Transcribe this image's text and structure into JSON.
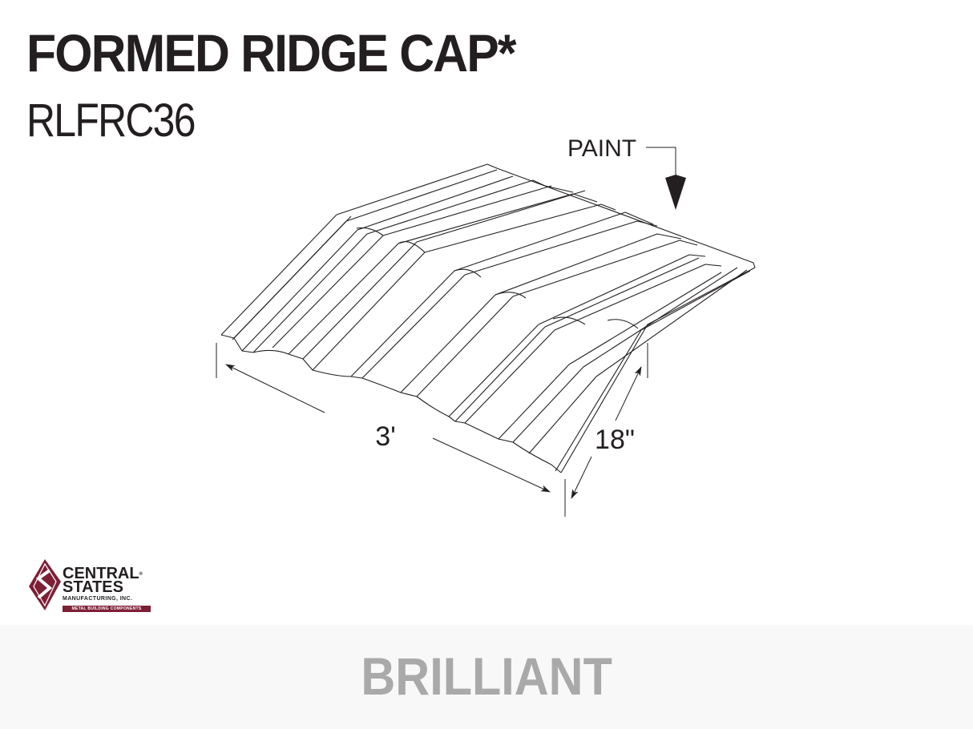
{
  "header": {
    "title": "FORMED RIDGE CAP*",
    "product_code": "RLFRC36"
  },
  "diagram": {
    "paint_label": "PAINT",
    "length_dimension": "3'",
    "width_dimension": "18\"",
    "line_color": "#231f20"
  },
  "logo": {
    "line1": "CENTRAL",
    "line2": "STATES",
    "line3": "MANUFACTURING, INC.",
    "tagline": "METAL BUILDING COMPONENTS",
    "registered_mark": "®",
    "brand_color": "#7d1f35"
  },
  "footer": {
    "color_name": "BRILLIANT",
    "background": "#f8f8f8",
    "text_color": "#a9a9a9"
  }
}
